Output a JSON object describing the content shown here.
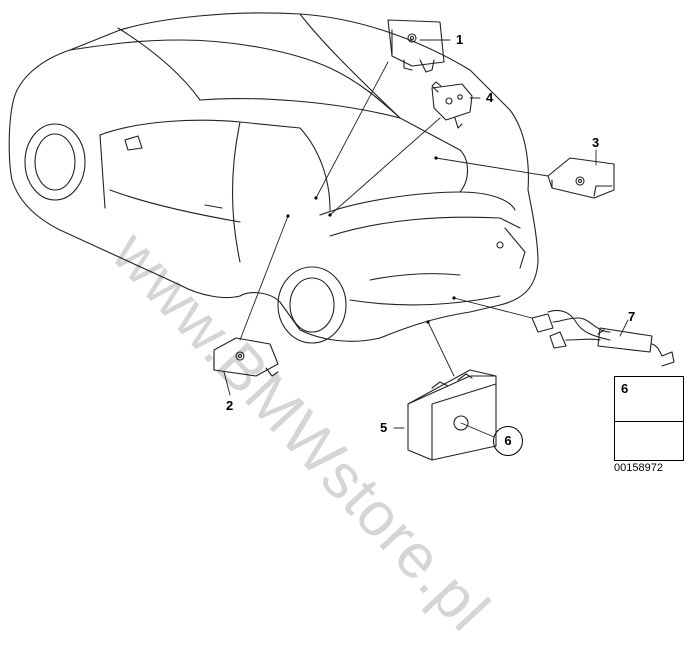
{
  "callouts": {
    "c1": "1",
    "c2": "2",
    "c3": "3",
    "c4": "4",
    "c5": "5",
    "c6_circle": "6",
    "c6_box": "6",
    "c7": "7"
  },
  "watermark": "www.BMWstore.pl",
  "document_number": "00158972"
}
